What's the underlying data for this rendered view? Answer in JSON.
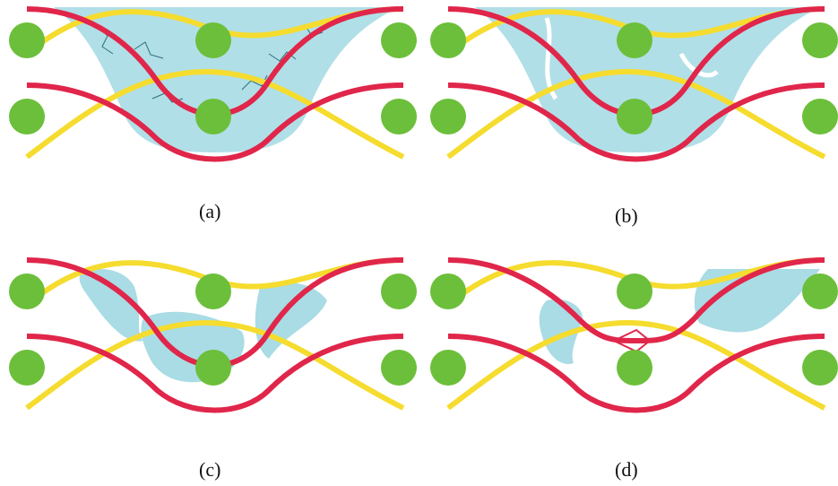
{
  "figure": {
    "panels": [
      {
        "id": "a",
        "caption": "(a)"
      },
      {
        "id": "b",
        "caption": "(b)"
      },
      {
        "id": "c",
        "caption": "(c)"
      },
      {
        "id": "d",
        "caption": "(d)"
      }
    ]
  },
  "colors": {
    "fiber_red": "#e0264a",
    "fiber_yellow": "#f5dc2e",
    "matrix_green": "#6cbf3a",
    "fill_blue": "#a9dce4",
    "crack_teal": "#2a6f7a"
  }
}
